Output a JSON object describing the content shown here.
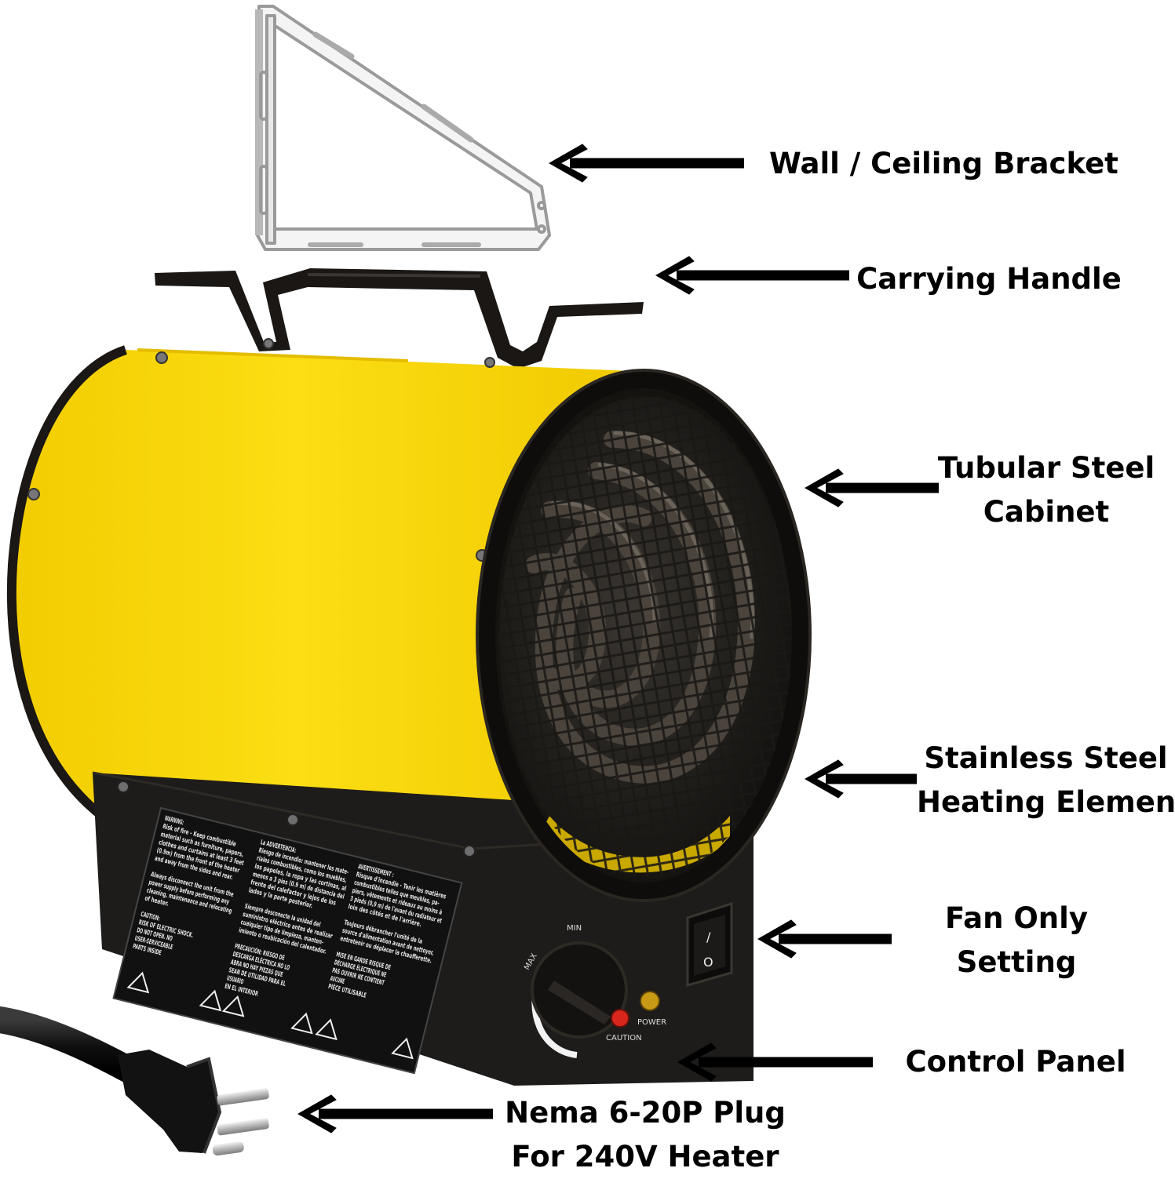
{
  "image": {
    "subject": "electric heater with labeled parts"
  },
  "colors": {
    "cabinet_yellow": "#f8d400",
    "body_black": "#1c1a18",
    "label_text": "#000000",
    "background": "#ffffff"
  },
  "callouts": [
    {
      "id": "bracket",
      "lines": [
        "Wall / Ceiling Bracket"
      ]
    },
    {
      "id": "handle",
      "lines": [
        "Carrying Handle"
      ]
    },
    {
      "id": "cabinet",
      "lines": [
        "Tubular Steel",
        "Cabinet"
      ]
    },
    {
      "id": "element",
      "lines": [
        "Stainless Steel",
        "Heating Element"
      ]
    },
    {
      "id": "fan",
      "lines": [
        "Fan Only",
        "Setting"
      ]
    },
    {
      "id": "control",
      "lines": [
        "Control Panel"
      ]
    },
    {
      "id": "plug",
      "lines": [
        "Nema 6-20P Plug",
        "For 240V Heater"
      ]
    }
  ],
  "panel_text": {
    "dial_mark_max": "MAX",
    "dial_mark_min": "MIN",
    "caution_label": "CAUTION",
    "power_label": "POWER",
    "switch_on": "/",
    "switch_off": "O"
  },
  "warning_sticker": {
    "col1": [
      "WARNING:",
      "Risk of fire - Keep combustible",
      "material such as furniture, papers,",
      "clothes and curtains at least 3 feet",
      "(0.9m) from the front of the heater",
      "and away from the sides and rear.",
      "",
      "Always disconnect the unit from the",
      "power supply before performing any",
      "cleaning, maintenance and relocating",
      "of heater.",
      "",
      "CAUTION:",
      "RISK OF ELECTRIC SHOCK.",
      "DO NOT OPEN. NO",
      "USER-SERVICEABLE",
      "PARTS INSIDE"
    ],
    "col2": [
      "La ADVERTENCIA:",
      "Riesgo de incendio: mantener los mate-",
      "riales combustibles, como los muebles,",
      "los papeles, la ropa y las cortinas, al",
      "menos a 3 pies (0.9 m) de distancia del",
      "frente del calefactor y lejos de los",
      "lados y la parte posterior.",
      "",
      "Siempre desconecte la unidad del",
      "suministro eléctrico antes de realizar",
      "cualquier tipo de limpieza, manten-",
      "imiento o reubicación del calentador.",
      "",
      "PRECAUCIÓN: RIESGO DE",
      "DESCARGA ELÉCTRICA NO LO",
      "ABRA NO HAY PIEZAS QUE",
      "SEAN DE UTILIDAD PARA EL",
      "USUARIO",
      "EN EL INTERIOR"
    ],
    "col3": [
      "AVERTISSEMENT :",
      "Risque d'incendie - Tenir les matières",
      "combustibles telles que meubles, pa-",
      "piers, vêtements et rideaux au moins à",
      "3 pieds (0,9 m) de l'avant du radiateur et",
      "loin des côtés et de l'arrière.",
      "",
      "Toujours débrancher l'unité de la",
      "source d'alimentation avant de nettoyer,",
      "entretenir ou déplacer la chaufferette.",
      "",
      "MISE EN GARDE RISQUE DE",
      "DÉCHARGE ÉLECTRIQUE NE",
      "PAS OUVRIR NE CONTIENT",
      "AUCUNE",
      "PIÈCE UTILISABLE"
    ]
  }
}
